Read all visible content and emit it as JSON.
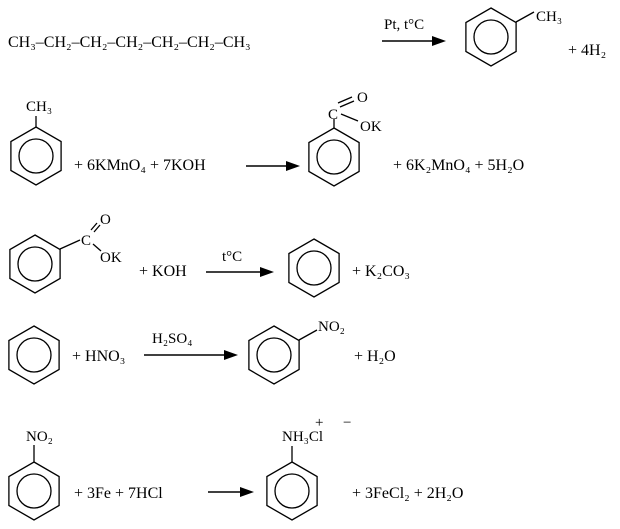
{
  "reactions": [
    {
      "reactant": "CH₃–CH₂–CH₂–CH₂–CH₂–CH₂–CH₃",
      "condition_above": "Pt, t°C",
      "product_substituent": "CH₃",
      "byproducts": "+ 4H₂"
    },
    {
      "reactant_substituent": "CH₃",
      "reagents": "+ 6KMnO₄ + 7KOH",
      "product_carbonyl_o": "O",
      "product_c": "C",
      "product_ok": "OK",
      "byproducts": "+ 6K₂MnO₄ + 5H₂O"
    },
    {
      "reactant_carbonyl_o": "O",
      "reactant_c": "C",
      "reactant_ok": "OK",
      "reagents": "+ KOH",
      "condition_above": "t°C",
      "byproducts": "+ K₂CO₃"
    },
    {
      "reagents": "+ HNO₃",
      "condition_above": "H₂SO₄",
      "product_substituent": "NO₂",
      "byproducts": "+ H₂O"
    },
    {
      "reactant_substituent": "NO₂",
      "reagents": "+ 3Fe + 7HCl",
      "product_substituent": "NH₃Cl",
      "product_charge_plus": "+",
      "product_charge_minus": "−",
      "byproducts": "+ 3FeCl₂ + 2H₂O"
    }
  ]
}
